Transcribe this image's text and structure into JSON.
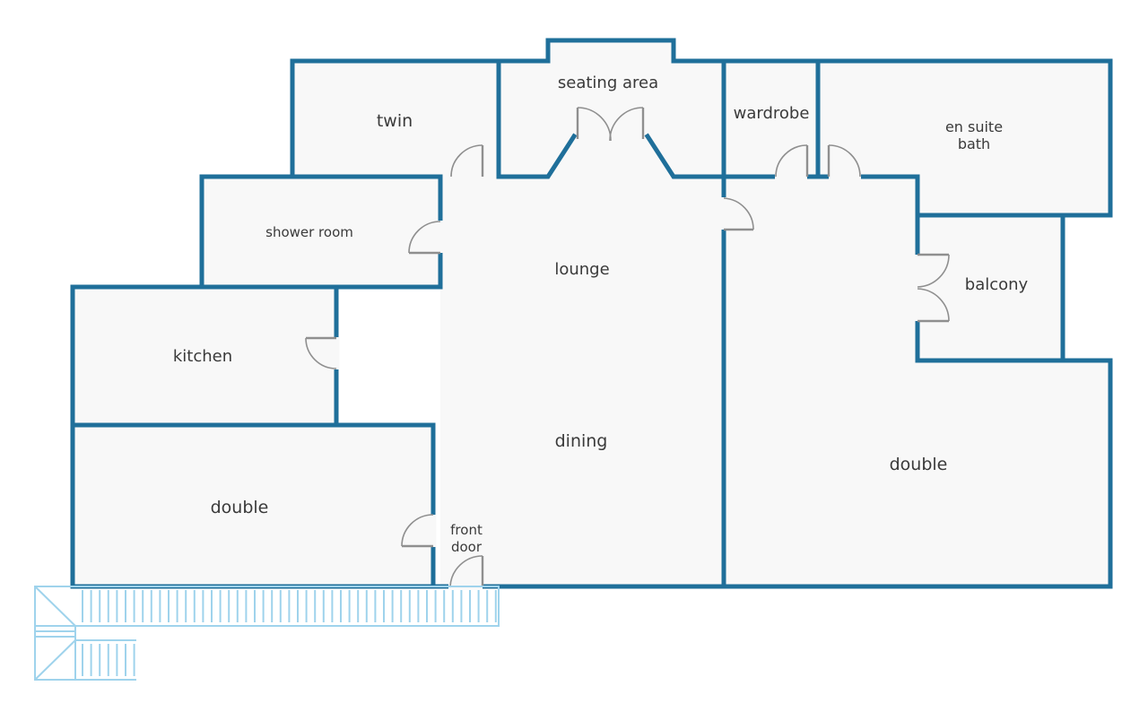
{
  "floorplan": {
    "colors": {
      "wall": "#1f6f9a",
      "floor": "#f8f8f8",
      "door": "#8f8f8f",
      "stairs": "#9fd3ec",
      "text": "#3a3a3a"
    },
    "rooms": {
      "twin": "twin",
      "seating_area": "seating area",
      "wardrobe": "wardrobe",
      "en_suite_line1": "en suite",
      "en_suite_line2": "bath",
      "shower_room": "shower room",
      "lounge": "lounge",
      "balcony": "balcony",
      "kitchen": "kitchen",
      "dining": "dining",
      "double_left": "double",
      "double_right": "double",
      "front_door_line1": "front",
      "front_door_line2": "door"
    }
  }
}
